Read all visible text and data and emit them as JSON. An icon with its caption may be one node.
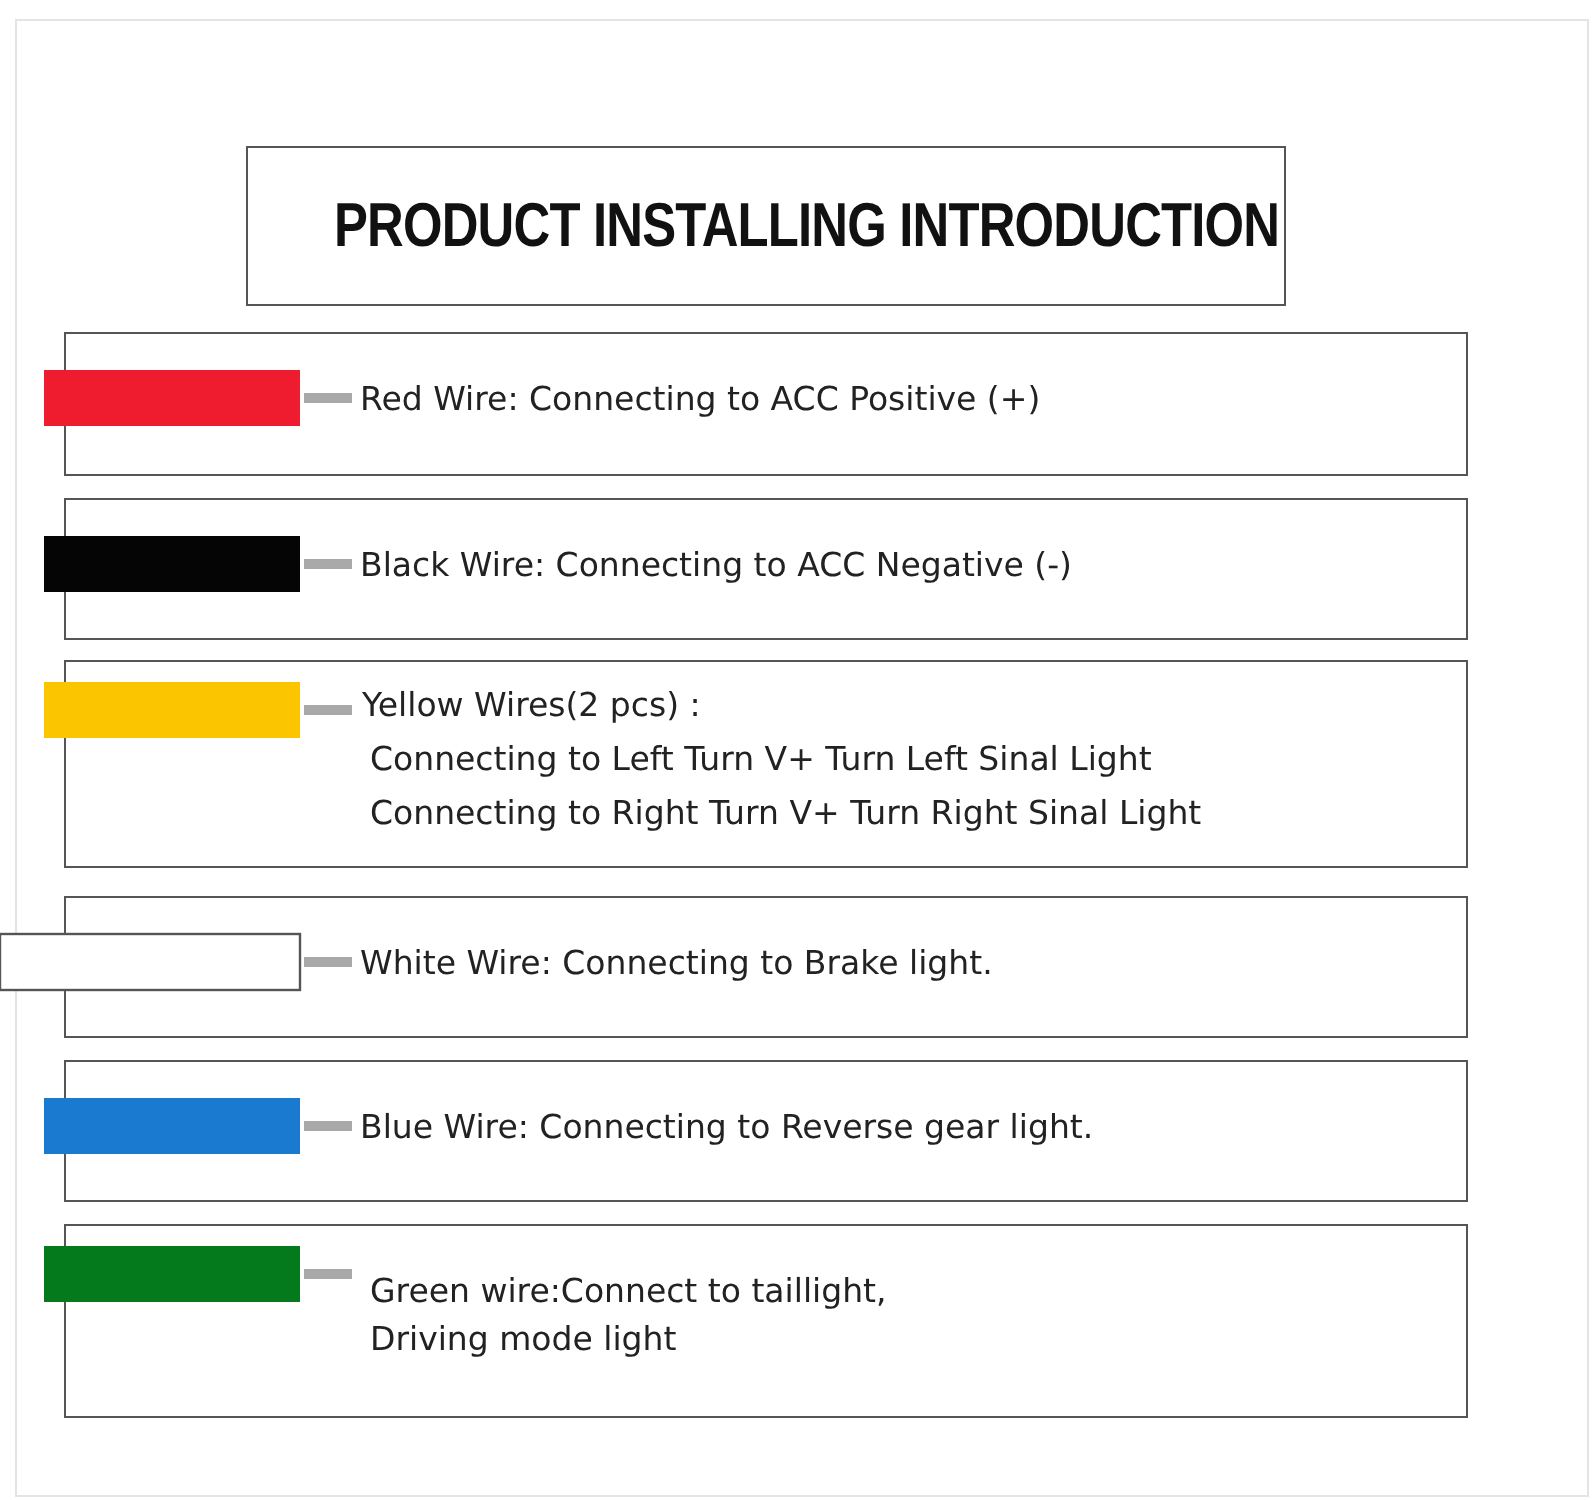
{
  "diagram": {
    "nodes": [
      {
        "text": [
          "PRODUCT INSTALLING INTRODUCTION"
        ]
      },
      {
        "text": [
          "Red Wire: Connecting to ACC Positive (+)"
        ]
      },
      {
        "text": [
          "Black Wire: Connecting to ACC Negative (-)"
        ]
      },
      {
        "text": [
          "Yellow Wires(2 pcs) :",
          "Connecting to Left Turn V+ Turn Left Sinal Light",
          "Connecting to Right Turn V+ Turn Right Sinal Light"
        ]
      },
      {
        "text": [
          "White Wire: Connecting to Brake light."
        ]
      },
      {
        "text": [
          "Blue Wire: Connecting to Reverse gear light."
        ]
      },
      {
        "text": [
          "Green wire:Connect to taillight, Driving mode light"
        ]
      }
    ]
  }
}
